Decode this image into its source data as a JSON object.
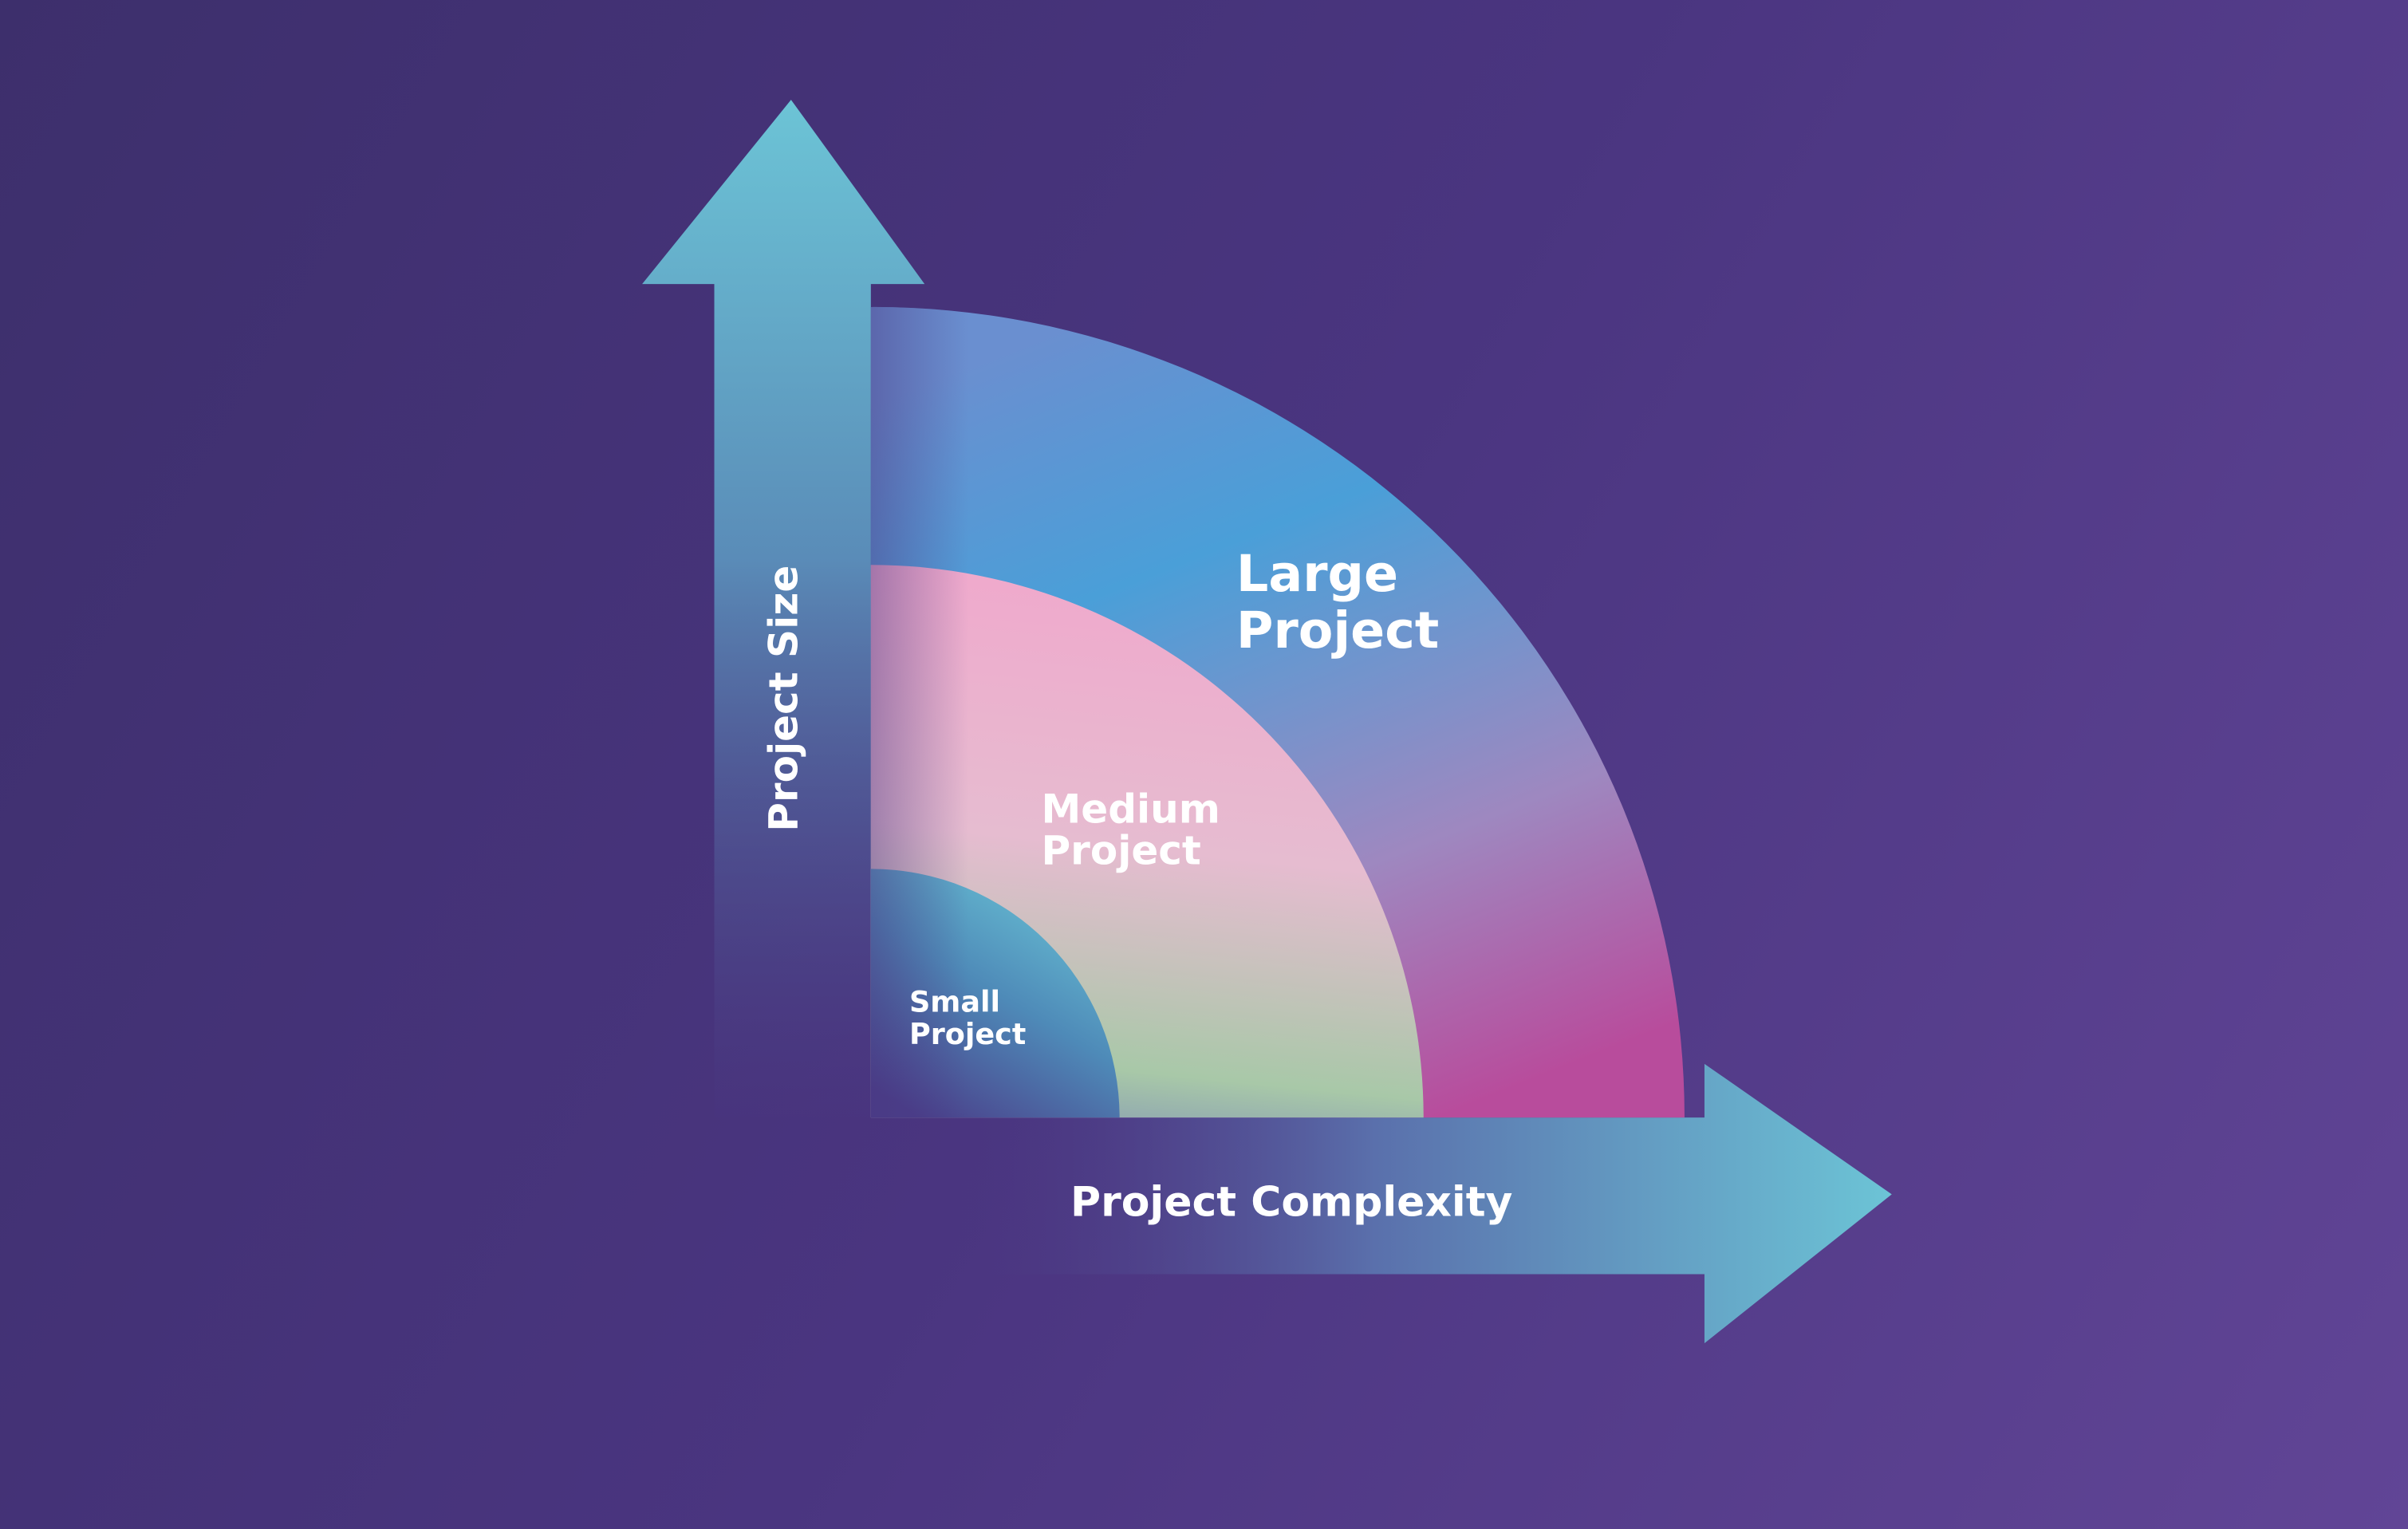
{
  "diagram": {
    "y_axis_label": "Project Size",
    "x_axis_label": "Project Complexity",
    "regions": [
      {
        "line1": "Large",
        "line2": "Project"
      },
      {
        "line1": "Medium",
        "line2": "Project"
      },
      {
        "line1": "Small",
        "line2": "Project"
      }
    ]
  },
  "colors": {
    "background": "#4a3580",
    "arrow": "#6cc0d4",
    "large_top": "#4a9fd8",
    "large_bottom": "#b84c9c",
    "medium_top": "#f0a8cc",
    "medium_bottom": "#a8c8a8",
    "small_top": "#6cc8d8",
    "small_bottom": "#4a3f8a"
  }
}
